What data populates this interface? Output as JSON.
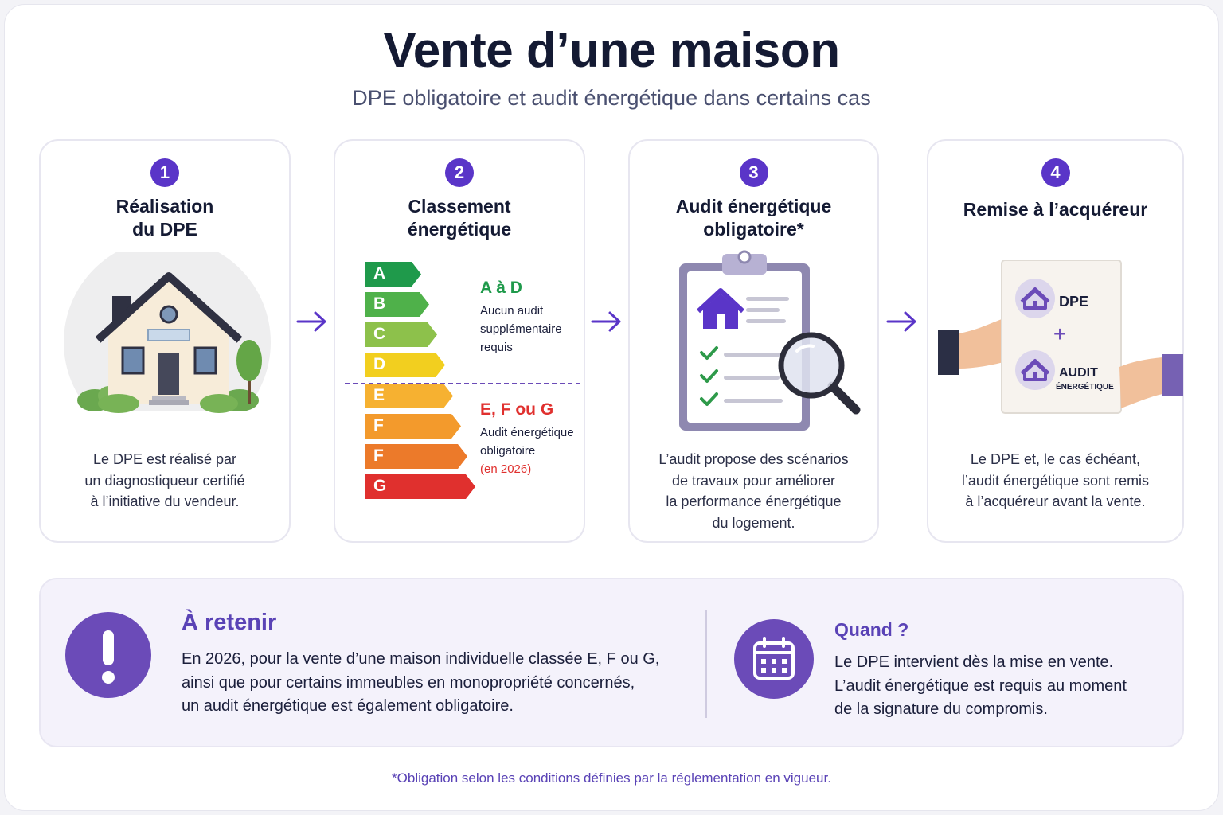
{
  "title": "Vente d’une maison",
  "subtitle": "DPE obligatoire et audit énergétique dans certains cas",
  "steps": [
    {
      "number": "1",
      "title_line1": "Réalisation",
      "title_line2": "du DPE",
      "text": [
        "Le DPE est réalisé par",
        "un diagnostiqueur certifié",
        "à l’initiative du vendeur."
      ]
    },
    {
      "number": "2",
      "title_line1": "Classement",
      "title_line2": "énergétique"
    },
    {
      "number": "3",
      "title_line1": "Audit énergétique",
      "title_line2": "obligatoire*",
      "text": [
        "L’audit propose des scénarios",
        "de travaux pour améliorer",
        "la performance énergétique",
        "du logement."
      ]
    },
    {
      "number": "4",
      "title_line1": "Remise à l’acquéreur",
      "text": [
        "Le DPE et, le cas échéant,",
        "l’audit énergétique sont remis",
        "à l’acquéreur avant la vente."
      ]
    }
  ],
  "energy": {
    "classes": [
      {
        "letter": "A",
        "color": "#1f9a4b"
      },
      {
        "letter": "B",
        "color": "#4fb14a"
      },
      {
        "letter": "C",
        "color": "#8dc14b"
      },
      {
        "letter": "D",
        "color": "#f2cf1f"
      },
      {
        "letter": "E",
        "color": "#f6b131"
      },
      {
        "letter": "F",
        "color": "#f39a2c"
      },
      {
        "letter": "F",
        "color": "#ec7a2a"
      },
      {
        "letter": "G",
        "color": "#e0302e"
      }
    ],
    "group_ok": {
      "title": "A à D",
      "text": [
        "Aucun audit",
        "supplémentaire",
        "requis"
      ],
      "color": "#1f9a4b"
    },
    "group_audit": {
      "title": "E, F ou G",
      "text": [
        "Audit énergétique",
        "obligatoire"
      ],
      "note": "(en 2026)",
      "color": "#e0302e"
    }
  },
  "handover": {
    "doc1": "DPE",
    "plus": "+",
    "doc2": "AUDIT",
    "doc2_sub": "ÉNERGÉTIQUE"
  },
  "retenir": {
    "title": "À retenir",
    "text": [
      "En 2026, pour la vente d’une maison individuelle classée E, F ou G,",
      "ainsi que pour certains immeubles en monopropriété concernés,",
      "un audit énergétique est également obligatoire."
    ]
  },
  "quand": {
    "title": "Quand ?",
    "text": [
      "Le DPE intervient dès la mise en vente.",
      "L’audit énergétique est requis au moment",
      "de la signature du compromis."
    ]
  },
  "footnote": "*Obligation selon les conditions définies par la réglementation en vigueur.",
  "colors": {
    "accent": "#5a35c8",
    "accent_light": "#6b4bb8",
    "text": "#141a33"
  },
  "icons": [
    "house-illustration",
    "energy-scale",
    "clipboard-magnifier",
    "documents-handover",
    "exclamation-icon",
    "calendar-icon",
    "arrow-right-icon"
  ]
}
